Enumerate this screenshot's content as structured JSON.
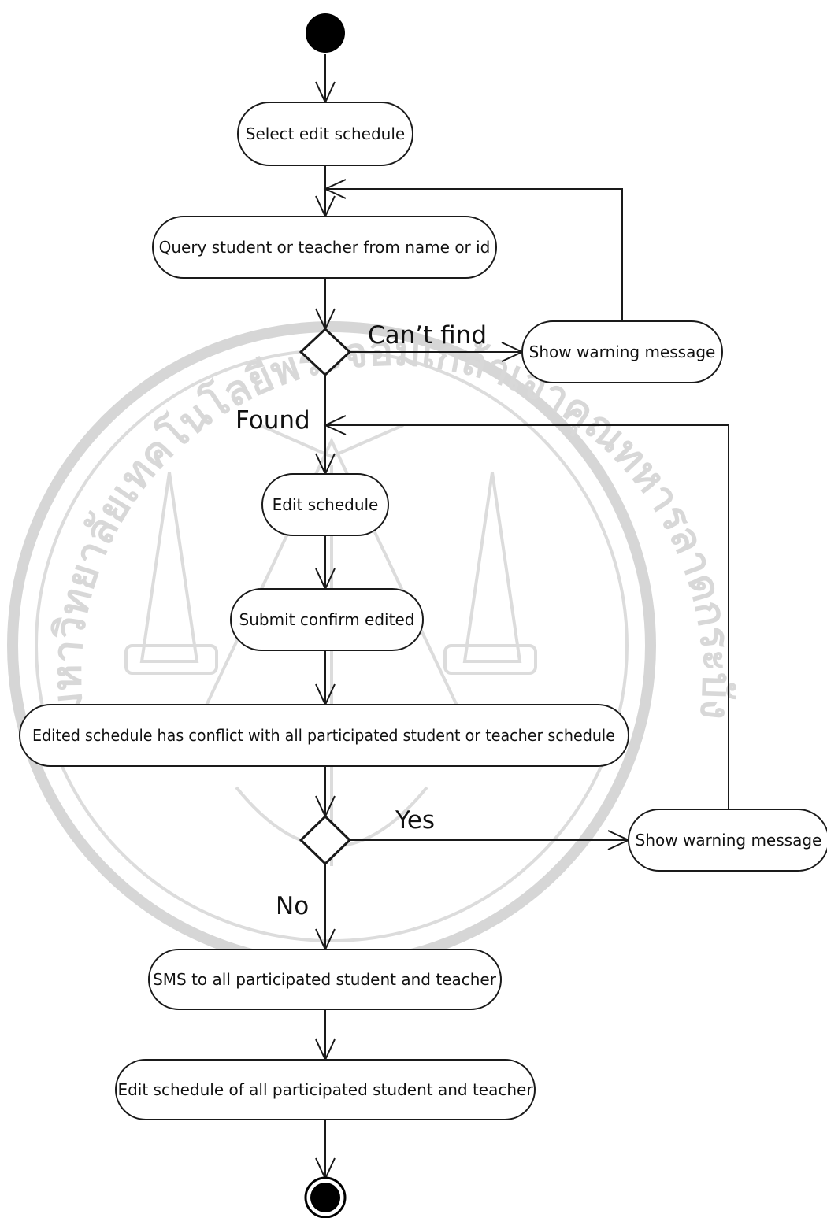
{
  "diagram": {
    "type": "activity-diagram",
    "nodes": {
      "select_edit": "Select edit schedule",
      "query": "Query student or teacher from name or id",
      "warning_not_found": "Show warning message",
      "edit_schedule": "Edit schedule",
      "submit": "Submit confirm edited",
      "conflict_check": "Edited schedule has conflict with all participated student or teacher schedule",
      "warning_conflict": "Show warning message",
      "sms": "SMS to all participated student and teacher",
      "final_edit": "Edit schedule of all participated student and teacher"
    },
    "guards": {
      "cant_find": "Can’t find",
      "found": "Found",
      "yes": "Yes",
      "no": "No"
    },
    "watermark_text": "มหาวิทยาลัยเทคโนโลยีพระจอมเกล้าเจ้าคุณทหารลาดกระบัง"
  }
}
